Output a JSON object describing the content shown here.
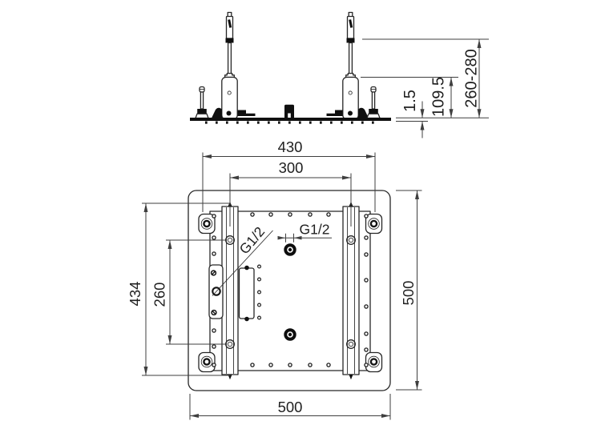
{
  "side_view": {
    "dim_plate_thickness": "1.5",
    "dim_body_height": "109.5",
    "dim_overall_range": "260-280"
  },
  "plan_view": {
    "dim_tab_span": "430",
    "dim_rod_spacing": "300",
    "dim_rail_length": "434",
    "dim_hole_spacing": "260",
    "dim_overall_width": "500",
    "dim_overall_height": "500",
    "label_top_inlet": "G1/2",
    "label_side_inlet": "G1/2"
  },
  "colors": {
    "object_line": "#262626",
    "dimension_line": "#3f3f3f",
    "text": "#1f1f1f",
    "background": "#ffffff"
  }
}
